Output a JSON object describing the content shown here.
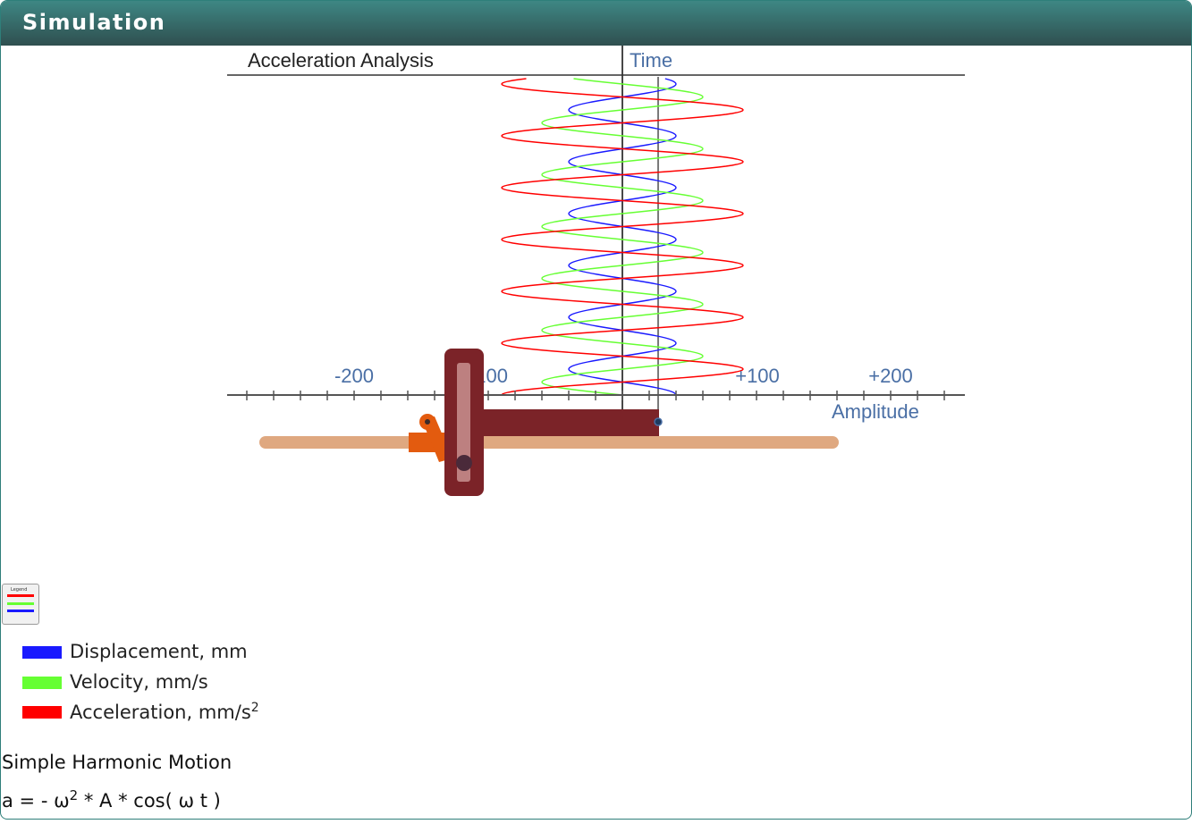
{
  "panel": {
    "title": "Simulation",
    "header_colors": [
      "#3e8784",
      "#2f4f4f"
    ]
  },
  "simulation": {
    "analysis_title": "Acceleration Analysis",
    "time_label": "Time",
    "amplitude_label": "Amplitude",
    "tick_labels": [
      "-200",
      "-100",
      "+100",
      "+200"
    ],
    "legend_button_caption": "Legend",
    "colors": {
      "displacement": "#1a1aff",
      "velocity": "#66ff33",
      "acceleration": "#ff0000",
      "axis_label": "#4a6fa5",
      "yoke": "#7b2328",
      "rail": "#dfa880",
      "crank": "#e35b0f"
    }
  },
  "legend": {
    "items": [
      {
        "label": "Displacement, mm",
        "color": "#1a1aff"
      },
      {
        "label": "Velocity, mm/s",
        "color": "#66ff33"
      },
      {
        "label": "Acceleration, mm/s",
        "sup": "2",
        "color": "#ff0000"
      }
    ]
  },
  "description": {
    "title": "Simple Harmonic Motion",
    "formula_prefix": "a = - ω",
    "formula_sup": "2",
    "formula_suffix": " * A * cos( ω t )"
  }
}
